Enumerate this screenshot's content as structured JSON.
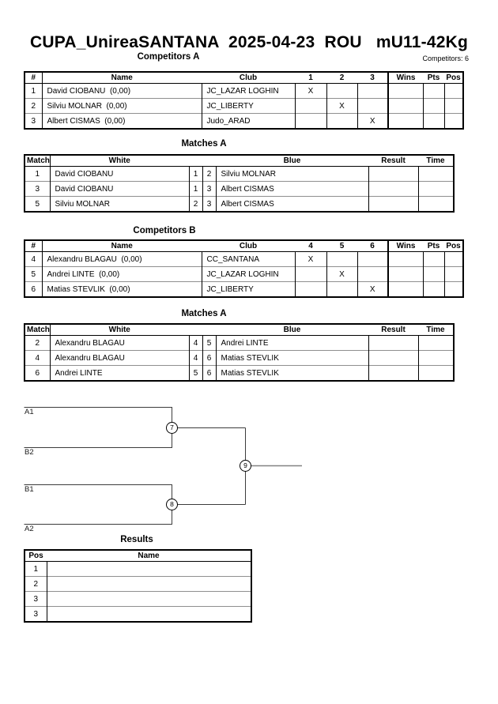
{
  "page": {
    "title": "CUPA_UnireaSANTANA  2025-04-23  ROU   mU11-42Kg",
    "competitors_count": "Competitors: 6"
  },
  "competitors_a": {
    "heading": "Competitors A",
    "headers": {
      "num": "#",
      "name": "Name",
      "club": "Club",
      "c1": "1",
      "c2": "2",
      "c3": "3",
      "wins": "Wins",
      "pts": "Pts",
      "pos": "Pos"
    },
    "rows": [
      {
        "num": "1",
        "name": "David CIOBANU  (0,00)",
        "club": "JC_LAZAR LOGHIN",
        "m1": "X",
        "m2": "",
        "m3": "",
        "wins": "",
        "pts": "",
        "pos": ""
      },
      {
        "num": "2",
        "name": "Silviu MOLNAR  (0,00)",
        "club": "JC_LIBERTY",
        "m1": "",
        "m2": "X",
        "m3": "",
        "wins": "",
        "pts": "",
        "pos": ""
      },
      {
        "num": "3",
        "name": "Albert CISMAS  (0,00)",
        "club": "Judo_ARAD",
        "m1": "",
        "m2": "",
        "m3": "X",
        "wins": "",
        "pts": "",
        "pos": ""
      }
    ]
  },
  "matches_a": {
    "heading": "Matches A",
    "headers": {
      "match": "Match",
      "white": "White",
      "blue": "Blue",
      "result": "Result",
      "time": "Time"
    },
    "rows": [
      {
        "match": "1",
        "white": "David CIOBANU",
        "white_num": "1",
        "blue_num": "2",
        "blue": "Silviu MOLNAR",
        "result": "",
        "time": ""
      },
      {
        "match": "3",
        "white": "David CIOBANU",
        "white_num": "1",
        "blue_num": "3",
        "blue": "Albert CISMAS",
        "result": "",
        "time": ""
      },
      {
        "match": "5",
        "white": "Silviu MOLNAR",
        "white_num": "2",
        "blue_num": "3",
        "blue": "Albert CISMAS",
        "result": "",
        "time": ""
      }
    ]
  },
  "competitors_b": {
    "heading": "Competitors B",
    "headers": {
      "num": "#",
      "name": "Name",
      "club": "Club",
      "c1": "4",
      "c2": "5",
      "c3": "6",
      "wins": "Wins",
      "pts": "Pts",
      "pos": "Pos"
    },
    "rows": [
      {
        "num": "4",
        "name": "Alexandru BLAGAU  (0,00)",
        "club": "CC_SANTANA",
        "m1": "X",
        "m2": "",
        "m3": "",
        "wins": "",
        "pts": "",
        "pos": ""
      },
      {
        "num": "5",
        "name": "Andrei LINTE  (0,00)",
        "club": "JC_LAZAR LOGHIN",
        "m1": "",
        "m2": "X",
        "m3": "",
        "wins": "",
        "pts": "",
        "pos": ""
      },
      {
        "num": "6",
        "name": "Matias STEVLIK  (0,00)",
        "club": "JC_LIBERTY",
        "m1": "",
        "m2": "",
        "m3": "X",
        "wins": "",
        "pts": "",
        "pos": ""
      }
    ]
  },
  "matches_b": {
    "heading": "Matches A",
    "headers": {
      "match": "Match",
      "white": "White",
      "blue": "Blue",
      "result": "Result",
      "time": "Time"
    },
    "rows": [
      {
        "match": "2",
        "white": "Alexandru BLAGAU",
        "white_num": "4",
        "blue_num": "5",
        "blue": "Andrei LINTE",
        "result": "",
        "time": ""
      },
      {
        "match": "4",
        "white": "Alexandru BLAGAU",
        "white_num": "4",
        "blue_num": "6",
        "blue": "Matias STEVLIK",
        "result": "",
        "time": ""
      },
      {
        "match": "6",
        "white": "Andrei LINTE",
        "white_num": "5",
        "blue_num": "6",
        "blue": "Matias STEVLIK",
        "result": "",
        "time": ""
      }
    ]
  },
  "bracket": {
    "labels": [
      "A1",
      "B2",
      "B1",
      "A2"
    ],
    "nodes": [
      "7",
      "8",
      "9"
    ]
  },
  "results": {
    "heading": "Results",
    "headers": {
      "pos": "Pos",
      "name": "Name"
    },
    "rows": [
      {
        "pos": "1",
        "name": ""
      },
      {
        "pos": "2",
        "name": ""
      },
      {
        "pos": "3",
        "name": ""
      },
      {
        "pos": "3",
        "name": ""
      }
    ]
  }
}
